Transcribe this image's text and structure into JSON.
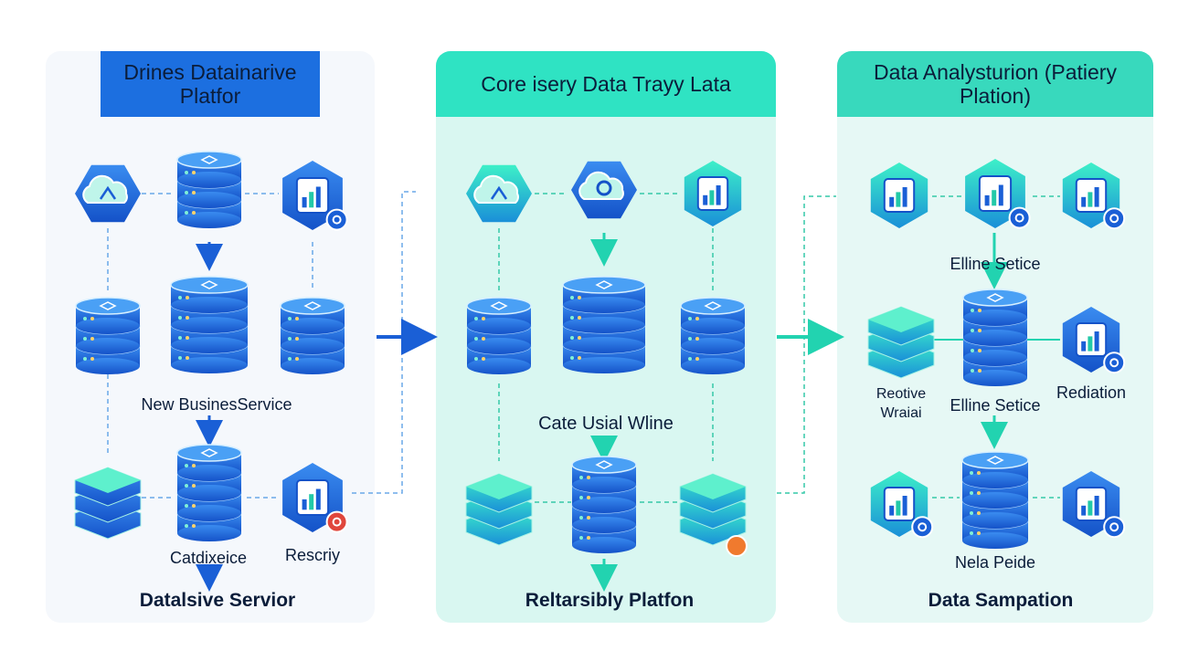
{
  "colors": {
    "blue": "#1c6fe0",
    "teal": "#2fe3c3",
    "dark": "#0b1d3a",
    "arrow_blue": "#1a5fd6",
    "arrow_teal": "#22d3b0"
  },
  "panels": [
    {
      "title": "Drines Datainarive Platfor",
      "footer": "Datalsive Servior"
    },
    {
      "title": "Core isery Data Trayy Lata",
      "footer": "Reltarsibly Platfon"
    },
    {
      "title": "Data Analysturion (Patiery Plation)",
      "footer": "Data Sampation"
    }
  ],
  "labels": {
    "p1_mid": "New BusinesService",
    "p1_bottom_left": "Catdixeice",
    "p1_bottom_right": "Rescriy",
    "p2_mid": "Cate Usial Wline",
    "p3_top": "Elline Setice",
    "p3_mid_left": "Reotive Wraiai",
    "p3_mid_center": "Elline Setice",
    "p3_mid_right": "Rediation",
    "p3_bottom": "Nela Peide"
  },
  "icons": [
    "cloud-icon",
    "database-icon",
    "analytics-shield-icon",
    "gear-icon",
    "server-stack-icon",
    "arrow-right-icon"
  ]
}
